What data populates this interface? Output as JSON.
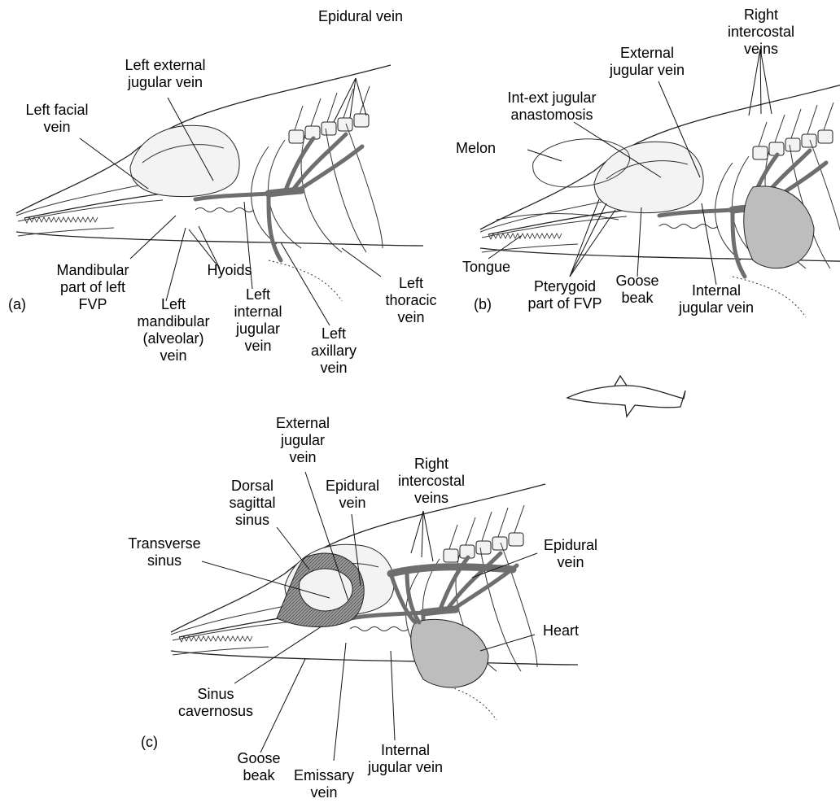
{
  "panels": {
    "a": {
      "tag": "(a)",
      "labels": {
        "left_facial_vein": "Left facial\nvein",
        "left_external_jugular_vein": "Left external\njugular vein",
        "epidural_vein": "Epidural vein",
        "mandibular_part_fvp": "Mandibular\npart of left\nFVP",
        "hyoids": "Hyoids",
        "left_mandibular_vein": "Left\nmandibular\n(alveolar)\nvein",
        "left_internal_jugular_vein": "Left\ninternal\njugular\nvein",
        "left_axillary_vein": "Left\naxillary\nvein",
        "left_thoracic_vein": "Left\nthoracic\nvein"
      }
    },
    "b": {
      "tag": "(b)",
      "labels": {
        "right_intercostal_veins": "Right\nintercostal\nveins",
        "external_jugular_vein": "External\njugular vein",
        "int_ext_anastomosis": "Int-ext jugular\nanastomosis",
        "melon": "Melon",
        "tongue": "Tongue",
        "pterygoid_fvp": "Pterygoid\npart of FVP",
        "goose_beak": "Goose\nbeak",
        "internal_jugular_vein": "Internal\njugular vein"
      }
    },
    "c": {
      "tag": "(c)",
      "labels": {
        "external_jugular_vein": "External\njugular\nvein",
        "dorsal_sagittal_sinus": "Dorsal\nsagittal\nsinus",
        "epidural_vein_upper": "Epidural\nvein",
        "right_intercostal_veins": "Right\nintercostal\nveins",
        "transverse_sinus": "Transverse\nsinus",
        "epidural_vein_right": "Epidural\nvein",
        "heart": "Heart",
        "sinus_cavernosus": "Sinus\ncavernosus",
        "goose_beak": "Goose\nbeak",
        "emissary_vein": "Emissary\nvein",
        "internal_jugular_vein": "Internal\njugular vein"
      }
    }
  }
}
